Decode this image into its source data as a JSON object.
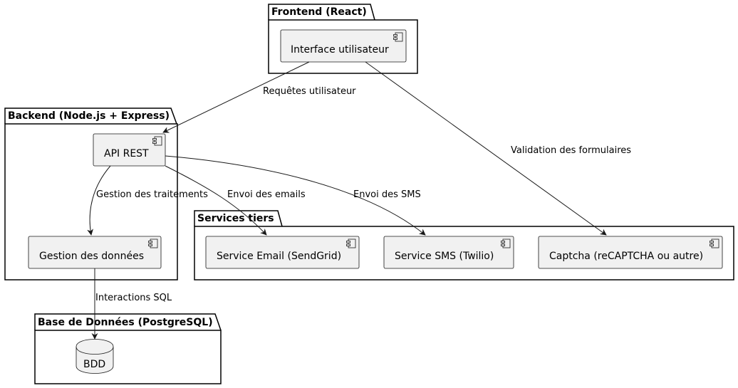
{
  "colors": {
    "line": "#181818",
    "box_fill": "#F1F1F1",
    "box_stroke": "#181818",
    "background": "#FFFFFF"
  },
  "packages": {
    "frontend": {
      "title": "Frontend (React)"
    },
    "backend": {
      "title": "Backend (Node.js + Express)"
    },
    "services": {
      "title": "Services tiers"
    },
    "database": {
      "title": "Base de Données (PostgreSQL)"
    }
  },
  "components": {
    "ui": {
      "label": "Interface utilisateur",
      "icon": "component-icon"
    },
    "api": {
      "label": "API REST",
      "icon": "component-icon"
    },
    "data_mgmt": {
      "label": "Gestion des données",
      "icon": "component-icon"
    },
    "email": {
      "label": "Service Email (SendGrid)",
      "icon": "component-icon"
    },
    "sms": {
      "label": "Service SMS (Twilio)",
      "icon": "component-icon"
    },
    "captcha": {
      "label": "Captcha (reCAPTCHA ou autre)",
      "icon": "component-icon"
    },
    "bdd": {
      "label": "BDD",
      "icon": "database-icon"
    }
  },
  "edges": {
    "ui_api": {
      "label": "Requêtes utilisateur"
    },
    "ui_captcha": {
      "label": "Validation des formulaires"
    },
    "api_data": {
      "label": "Gestion des traitements"
    },
    "api_email": {
      "label": "Envoi des emails"
    },
    "api_sms": {
      "label": "Envoi des SMS"
    },
    "data_bdd": {
      "label": "Interactions SQL"
    }
  }
}
